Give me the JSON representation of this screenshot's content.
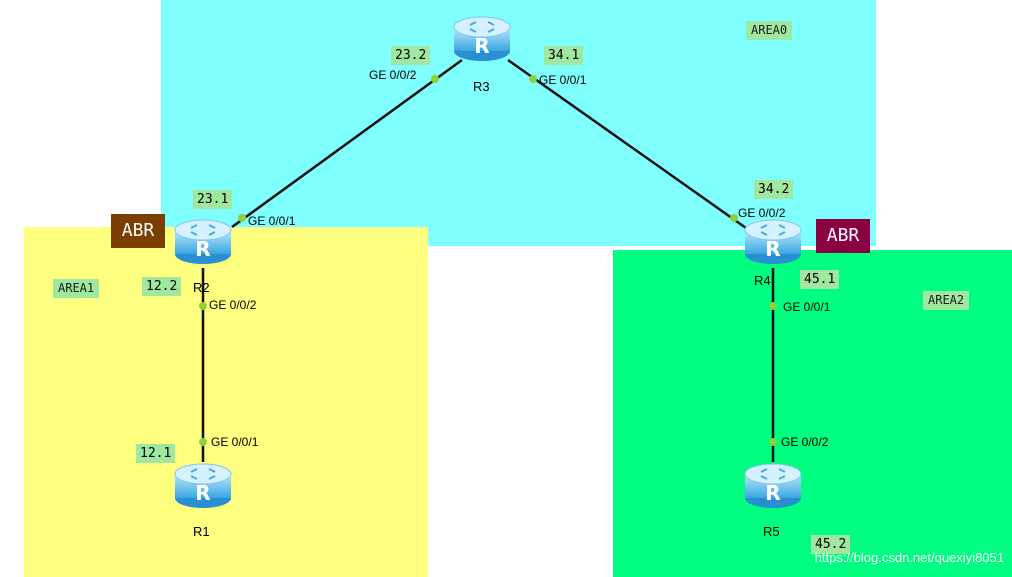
{
  "areas": {
    "area0": "AREA0",
    "area1": "AREA1",
    "area2": "AREA2"
  },
  "routers": {
    "r1": "R1",
    "r2": "R2",
    "r3": "R3",
    "r4": "R4",
    "r5": "R5"
  },
  "badges": {
    "r2_role": "ABR",
    "r4_role": "ABR"
  },
  "interfaces": {
    "r3_g002": "GE 0/0/2",
    "r3_g001": "GE 0/0/1",
    "r2_g001": "GE 0/0/1",
    "r2_g002": "GE 0/0/2",
    "r1_g001": "GE 0/0/1",
    "r4_g002": "GE 0/0/2",
    "r4_g001": "GE 0/0/1",
    "r5_g002": "GE 0/0/2"
  },
  "addresses": {
    "r3_23": "23.2",
    "r3_34": "34.1",
    "r2_23": "23.1",
    "r2_12": "12.2",
    "r1_12": "12.1",
    "r4_34": "34.2",
    "r4_45": "45.1",
    "r5_45": "45.2"
  },
  "watermark": "https://blog.csdn.net/quexiyi8051",
  "colors": {
    "area0": "#80ffff",
    "area1": "#ffff80",
    "area2": "#00ff80",
    "ip_label": "#a0e8a0",
    "abr_r2": "#7a3e00",
    "abr_r4": "#8a0040",
    "link": "#111111",
    "port_dot": "#8fd13b"
  }
}
